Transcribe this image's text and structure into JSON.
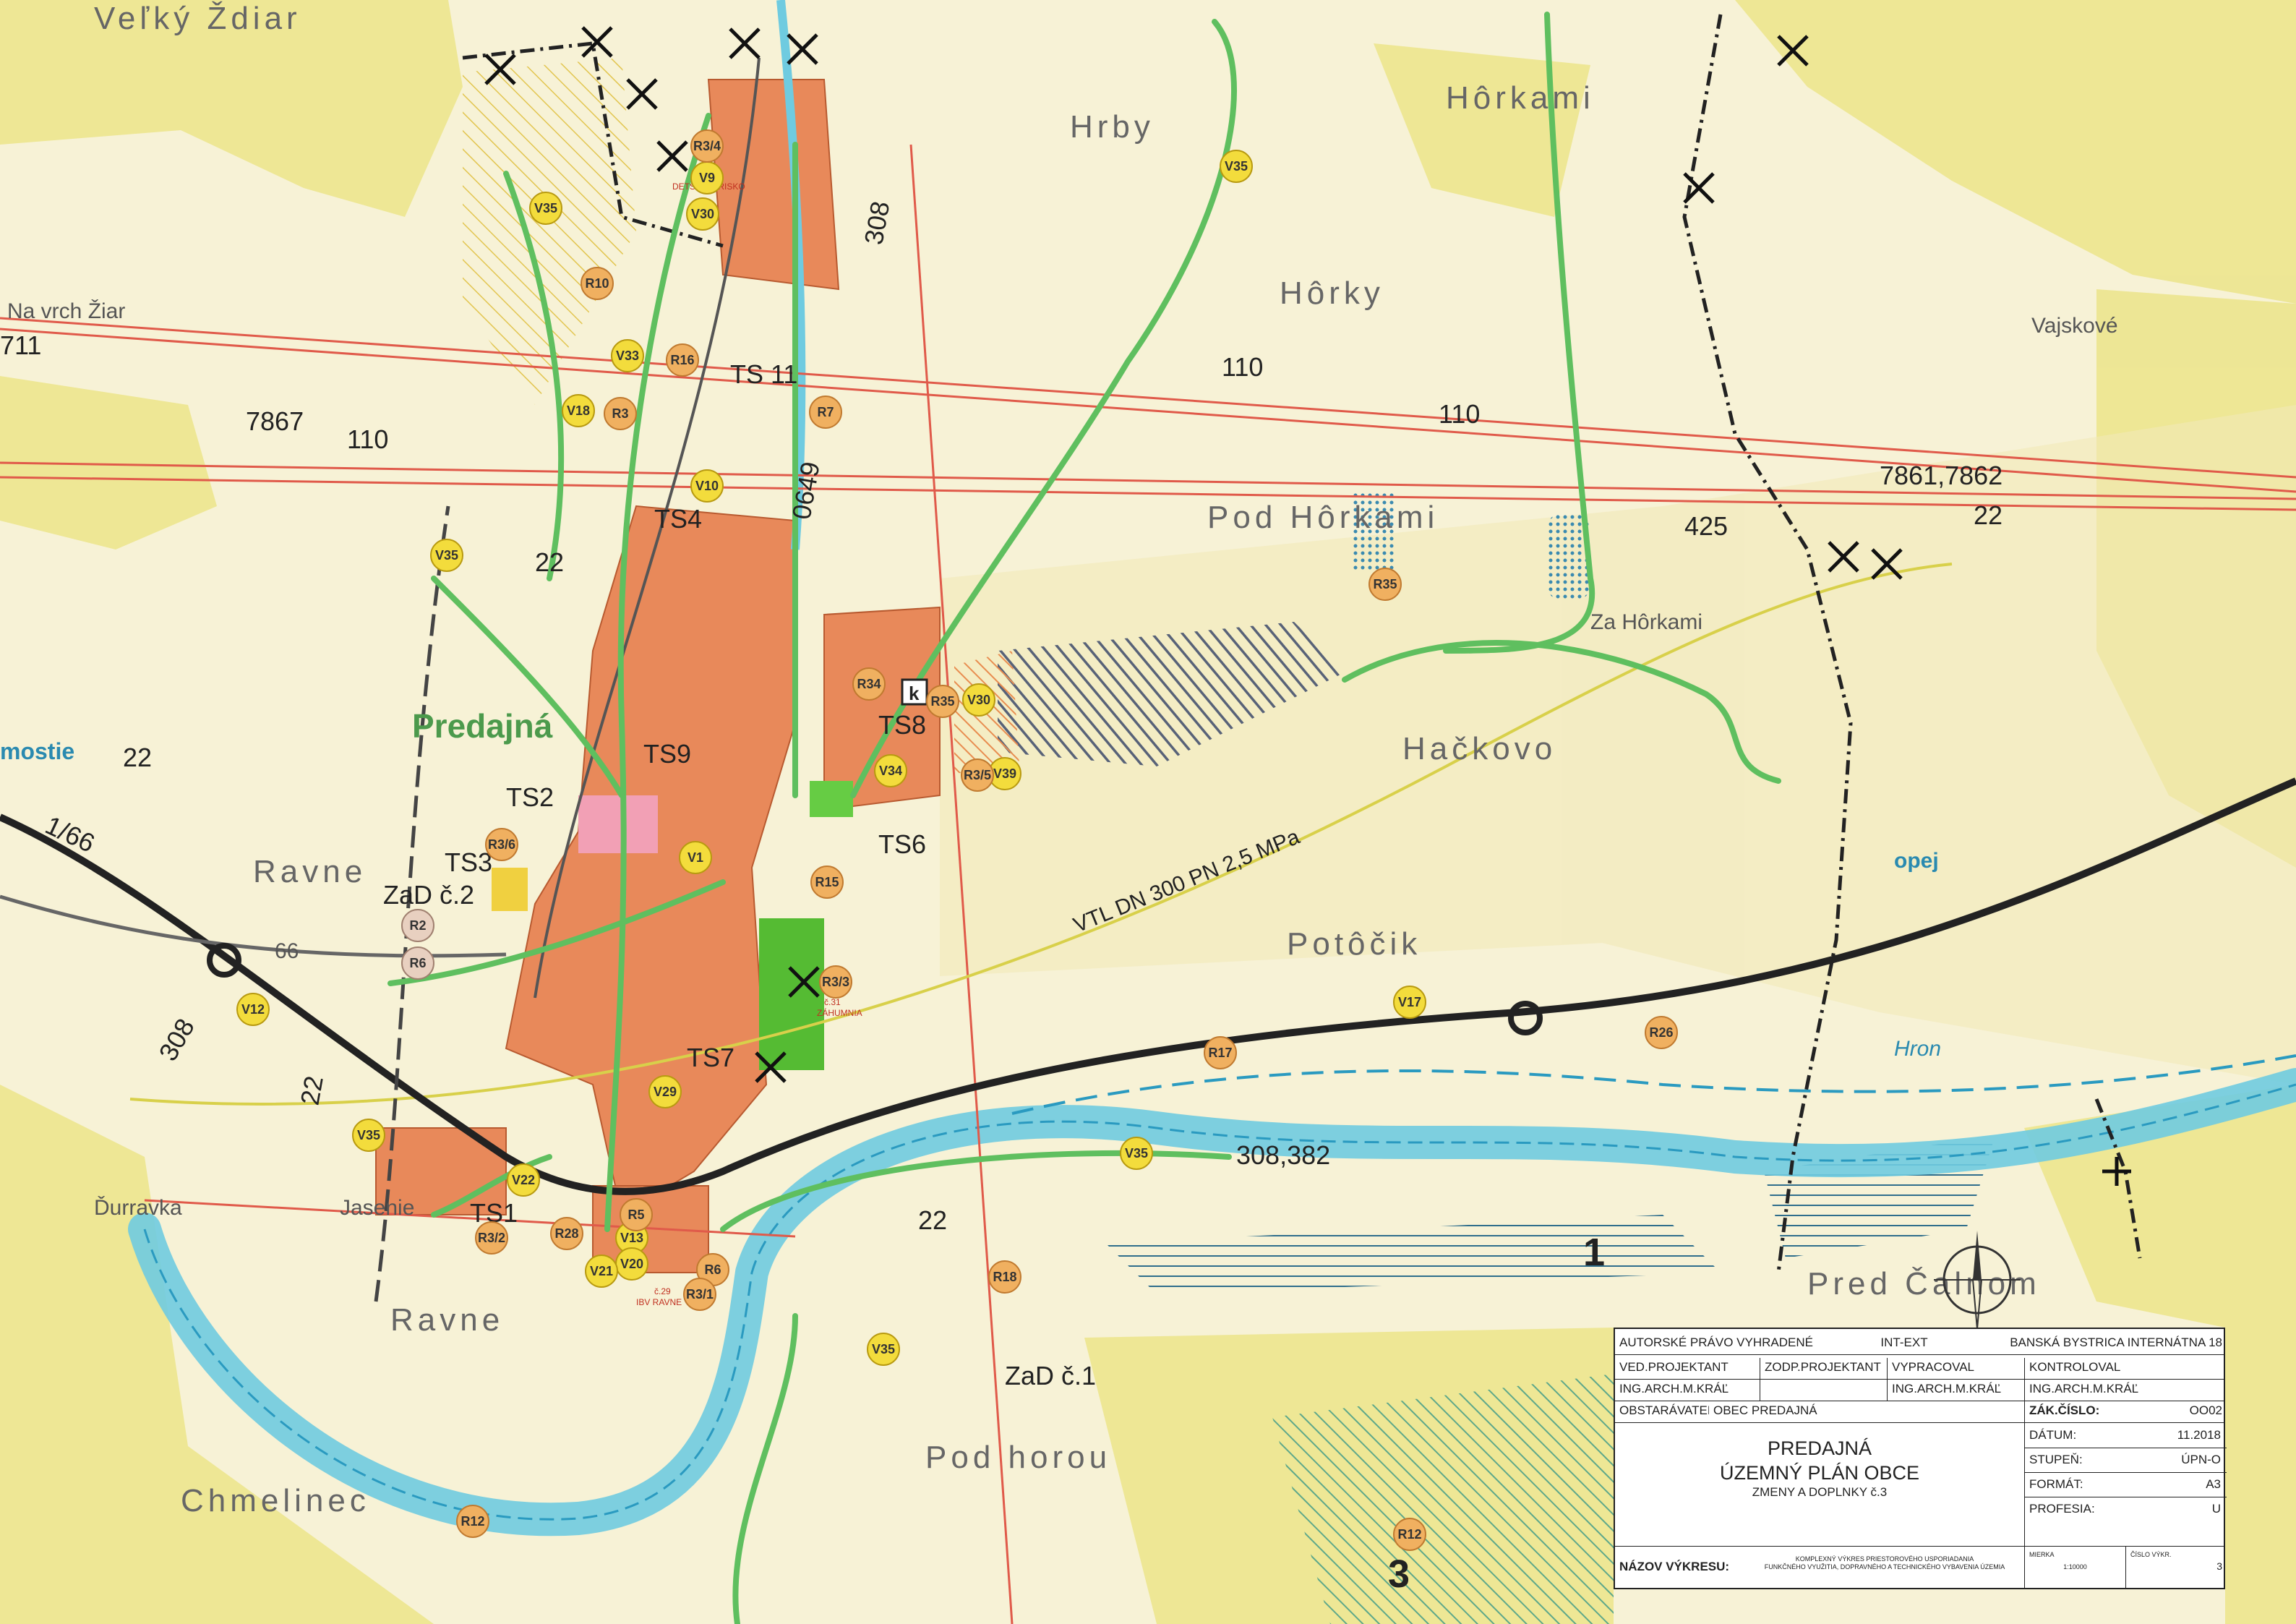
{
  "colors": {
    "background": "#f7f2d6",
    "settlement": "#e8895a",
    "green_route": "#5fbf5f",
    "river": "#6fcbe0",
    "powerline": "#e05a4a",
    "road_black": "#222222",
    "hatch_blue": "#2f6e8c",
    "forest_yellow": "#ece58a",
    "gas_line": "#d8d04a"
  },
  "map": {
    "place_names": {
      "velky_zdiar": "Veľký Ždiar",
      "hrby": "Hrby",
      "horkami": "Hôrkami",
      "horky": "Hôrky",
      "na_vrch_ziar": "Na vrch Žiar",
      "predajna": "Predajná",
      "pod_horkami": "Pod Hôrkami",
      "za_horkami": "Za Hôrkami",
      "hackovo": "Hačkovo",
      "potocik": "Potôčik",
      "ravne_north": "Ravne",
      "ravne_south": "Ravne",
      "pod_horou": "Pod horou",
      "pred_calnom": "Pred Čalnom",
      "chmelinec": "Chmelinec",
      "hron": "Hron",
      "vajskove": "Vajskové",
      "mostie": "mostie",
      "durravka": "Ďurravka",
      "jasenie": "Jasenie",
      "kopej": "opej"
    },
    "line_labels": {
      "l110_a": "110",
      "l110_b": "110",
      "l110_c": "110",
      "l7867": "7867",
      "l7861": "7861,7862",
      "l711": "711",
      "l425": "425",
      "l308a": "308",
      "l308b": "308",
      "l308_382": "308,382",
      "l22a": "22",
      "l22b": "22",
      "l22c": "22",
      "l22d": "22",
      "l22e": "22",
      "l1_66": "1/66",
      "l66": "66",
      "l0649": "0649",
      "gas": "VTL DN 300 PN 2,5 MPa"
    },
    "ts_labels": [
      "TS 11",
      "TS4",
      "TS9",
      "TS8",
      "TS2",
      "TS3",
      "TS6",
      "TS7",
      "TS1"
    ],
    "zad": {
      "zad2": "ZaD č.2",
      "zad1": "ZaD č.1"
    },
    "notes": {
      "detske": "DETSKÉ IHRISKO",
      "zahumnia": "ZÁHUMNIA",
      "c31": "č.31",
      "ibv": "IBV RAVNE",
      "c29": "č.29",
      "numeral_1": "1",
      "numeral_3": "3",
      "k": "k"
    },
    "badges": {
      "v35a": "V35",
      "v35b": "V35",
      "v35c": "V35",
      "v35d": "V35",
      "v35e": "V35",
      "v35f": "V35",
      "v9": "V9",
      "v30a": "V30",
      "v30b": "V30",
      "v33": "V33",
      "v18": "V18",
      "v10": "V10",
      "v34": "V34",
      "v39": "V39",
      "v1": "V1",
      "v12": "V12",
      "v17": "V17",
      "v29": "V29",
      "v22": "V22",
      "v13": "V13",
      "v20": "V20",
      "v21": "V21",
      "r10": "R10",
      "r16": "R16",
      "r3": "R3",
      "r7": "R7",
      "r34": "R34",
      "r35": "R35",
      "r35b": "R3/5",
      "r36": "R3/6",
      "r15": "R15",
      "r2": "R2",
      "r6a": "R6",
      "r33": "R3/3",
      "r17": "R17",
      "r26": "R26",
      "r28": "R28",
      "r5": "R5",
      "r6b": "R6",
      "r31": "R3/1",
      "r32": "R3/2",
      "r18": "R18",
      "r12a": "R12",
      "r12b": "R12",
      "r34b": "R3/4",
      "r35c": "R35"
    }
  },
  "title_block": {
    "copyright": "AUTORSKÉ PRÁVO VYHRADENÉ",
    "int_ext": "INT-EXT",
    "office": "BANSKÁ BYSTRICA INTERNÁTNA 18",
    "ved_projektant_label": "VED.PROJEKTANT",
    "zodp_projektant_label": "ZODP.PROJEKTANT",
    "vypracoval_label": "VYPRACOVAL",
    "kontroloval_label": "KONTROLOVAL",
    "ved_projektant": "ING.ARCH.M.KRÁĽ",
    "zodp_projektant": "",
    "vypracoval": "ING.ARCH.M.KRÁĽ",
    "kontroloval": "ING.ARCH.M.KRÁĽ",
    "obstaravatel_label": "OBSTARÁVATEĽ:",
    "obstaravatel": "OBEC PREDAJNÁ",
    "zak_cislo_label": "ZÁK.ČÍSLO:",
    "zak_cislo": "OO02",
    "title_line1": "PREDAJNÁ",
    "title_line2": "ÚZEMNÝ PLÁN OBCE",
    "subtitle": "ZMENY A DOPLNKY č.3",
    "datum_label": "DÁTUM:",
    "datum": "11.2018",
    "stupen_label": "STUPEŇ:",
    "stupen": "ÚPN-O",
    "format_label": "FORMÁT:",
    "format": "A3",
    "profesia_label": "PROFESIA:",
    "profesia": "U",
    "nazov_label": "NÁZOV VÝKRESU:",
    "nazov_line1": "KOMPLEXNÝ VÝKRES PRIESTOROVÉHO USPORIADANIA",
    "nazov_line2": "FUNKČNÉHO VYUŽITIA, DOPRAVNÉHO A TECHNICKÉHO VYBAVENIA ÚZEMIA",
    "mierka_label": "MIERKA",
    "mierka": "1:10000",
    "cislo_label": "ČÍSLO VÝKR.",
    "cislo": "3"
  }
}
